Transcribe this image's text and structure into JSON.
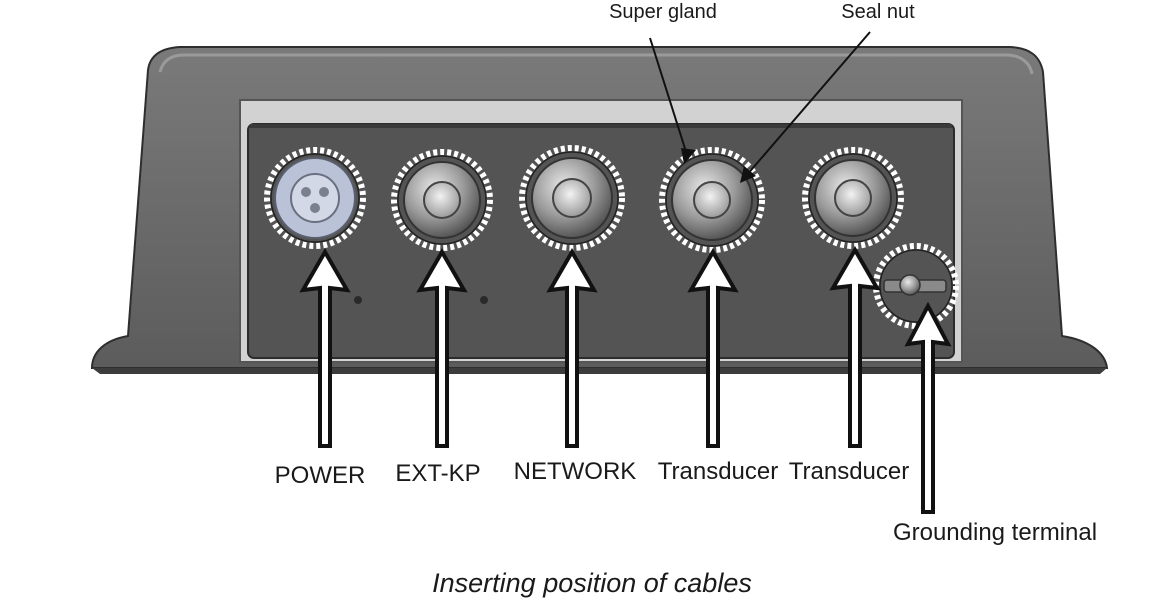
{
  "labels": {
    "super_gland": "Super gland",
    "seal_nut": "Seal nut",
    "power": "POWER",
    "ext_kp": "EXT-KP",
    "network": "NETWORK",
    "transducer_1": "Transducer",
    "transducer_2": "Transducer",
    "grounding_terminal": "Grounding terminal"
  },
  "caption": "Inserting position of cables",
  "colors": {
    "housing": "#6e6e6e",
    "housing_dark": "#3c3c3c",
    "panel": "#515151",
    "panel_frame": "#8a8a8a",
    "power_connector": "#b9c2d6",
    "gland": "#a8a8a8",
    "arrow": "#111111"
  },
  "icons": {
    "connector": "round-connector-icon",
    "gland": "cable-gland-icon",
    "ground": "ground-screw-icon"
  }
}
